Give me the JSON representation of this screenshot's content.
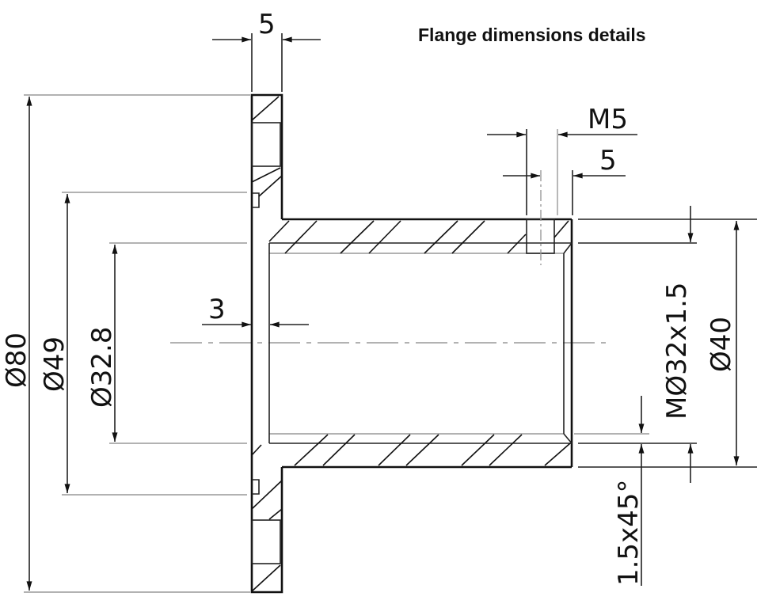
{
  "title": "Flange dimensions details",
  "dimensions": {
    "flange_thickness": "5",
    "outer_diameter": "Ø80",
    "bolt_circle_diameter": "Ø49",
    "bore_diameter": "Ø32.8",
    "bore_step": "3",
    "thread_hole": "M5",
    "thread_hole_offset": "5",
    "thread": "MØ32x1.5",
    "tube_diameter": "Ø40",
    "chamfer": "1.5x45°"
  }
}
